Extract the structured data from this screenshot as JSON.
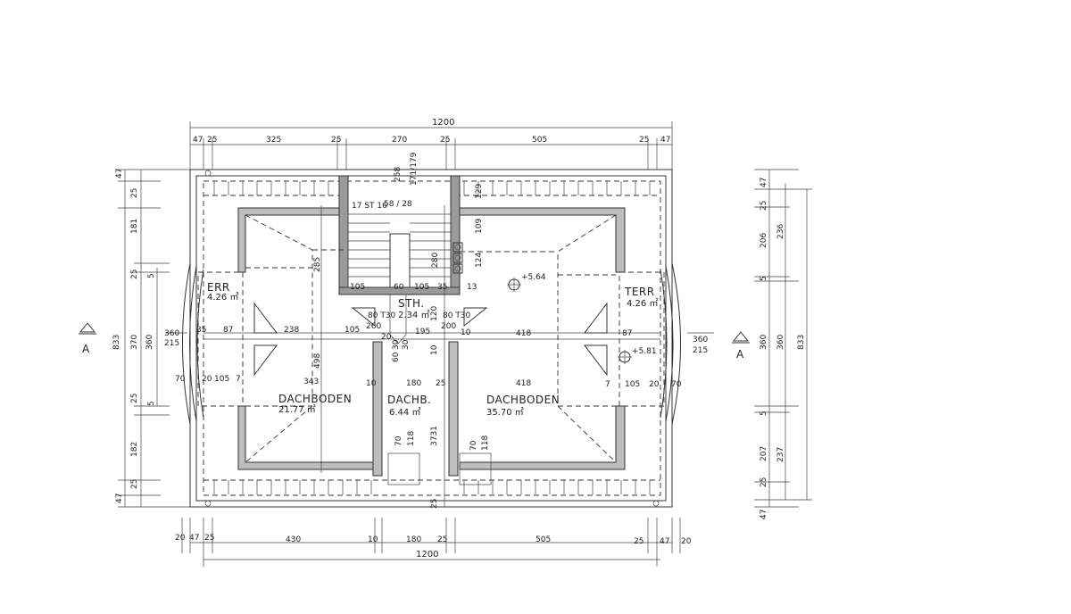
{
  "plan": {
    "dims_top": [
      "47",
      "25",
      "325",
      "25",
      "270",
      "25",
      "505",
      "25",
      "47"
    ],
    "dim_top_total": "1200",
    "dims_bottom": [
      "20",
      "47",
      "25",
      "430",
      "10",
      "180",
      "25",
      "505",
      "25",
      "47",
      "20"
    ],
    "dim_bottom_total": "1200",
    "dims_left": [
      "47",
      "25",
      "181",
      "25",
      "5",
      "370",
      "360",
      "215",
      "5",
      "25",
      "182",
      "25",
      "47"
    ],
    "dim_left_total": "833",
    "dims_right": [
      "47",
      "25",
      "206",
      "236",
      "5",
      "360",
      "360",
      "5",
      "207",
      "237",
      "25",
      "47"
    ],
    "dim_right_total": "833",
    "section_marks": [
      "A",
      "A"
    ],
    "rooms": [
      {
        "name": "DACHBODEN",
        "area": "21.77 ㎡"
      },
      {
        "name": "DACHB.",
        "area": "6.44 ㎡"
      },
      {
        "name": "DACHBODEN",
        "area": "35.70 ㎡"
      },
      {
        "name": "STH.",
        "area": "2.34 ㎡"
      },
      {
        "name": "ERR",
        "area": "4.26 ㎡"
      },
      {
        "name": "TERR",
        "area": "4.26 ㎡"
      }
    ],
    "stair_label": "17 ST 16",
    "stair_ratio": "58 / 28",
    "door_labels": [
      "80 T30",
      "80 T30"
    ],
    "levels": [
      "+5.64",
      "+5.81"
    ],
    "inner_dims": [
      "258",
      "171/179",
      "285",
      "498",
      "343",
      "238",
      "105",
      "260",
      "200",
      "195",
      "418",
      "418",
      "87",
      "87",
      "360",
      "215",
      "105",
      "105",
      "20",
      "20",
      "70",
      "70",
      "7",
      "7",
      "105",
      "60",
      "105",
      "35",
      "129",
      "109",
      "124",
      "13",
      "120",
      "20",
      "30",
      "10",
      "10",
      "10",
      "180",
      "25",
      "25",
      "70",
      "118",
      "3731",
      "70",
      "118",
      "60",
      "30",
      "280",
      "35"
    ]
  }
}
